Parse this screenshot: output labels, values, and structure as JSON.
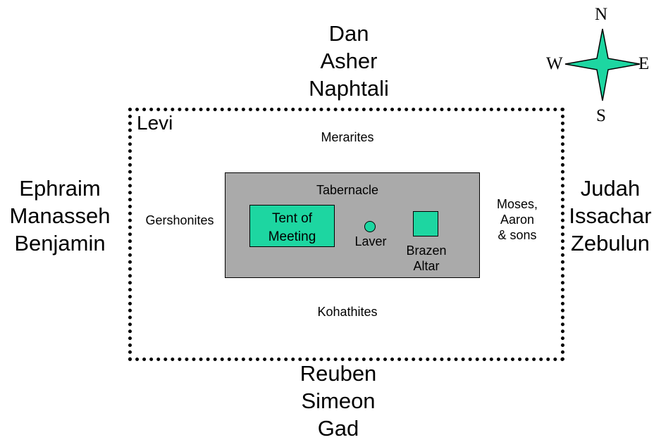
{
  "colors": {
    "accent": "#1dd6a1",
    "tabernacle_fill": "#aaaaaa",
    "background": "#ffffff"
  },
  "compass": {
    "north": "N",
    "south": "S",
    "east": "E",
    "west": "W",
    "icon": "compass-star-icon"
  },
  "tribes": {
    "north": [
      "Dan",
      "Asher",
      "Naphtali"
    ],
    "west": [
      "Ephraim",
      "Manasseh",
      "Benjamin"
    ],
    "east": [
      "Judah",
      "Issachar",
      "Zebulun"
    ],
    "south": [
      "Reuben",
      "Simeon",
      "Gad"
    ]
  },
  "levi": {
    "title": "Levi",
    "north": "Merarites",
    "west": "Gershonites",
    "south": "Kohathites",
    "east": [
      "Moses,",
      "Aaron",
      "& sons"
    ]
  },
  "tabernacle": {
    "title": "Tabernacle",
    "tent": [
      "Tent of",
      "Meeting"
    ],
    "laver": "Laver",
    "altar": [
      "Brazen",
      "Altar"
    ]
  }
}
